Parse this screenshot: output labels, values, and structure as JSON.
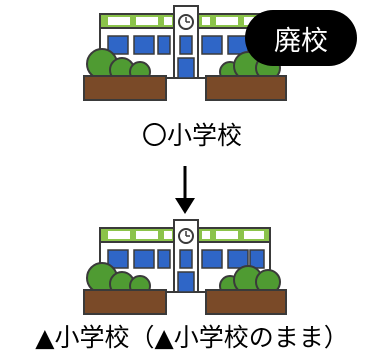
{
  "school_top": {
    "label": "〇小学校",
    "badge": "廃校"
  },
  "school_bottom": {
    "label": "▲小学校（▲小学校のまま）"
  },
  "colors": {
    "roof": "#8bc34a",
    "roof_band": "#ffffff",
    "wall": "#ffffff",
    "outline": "#3a3a3a",
    "window": "#2f66c7",
    "planter": "#7a4a28",
    "tree": "#4f9b32",
    "badge_bg": "#000000",
    "badge_text": "#ffffff"
  }
}
